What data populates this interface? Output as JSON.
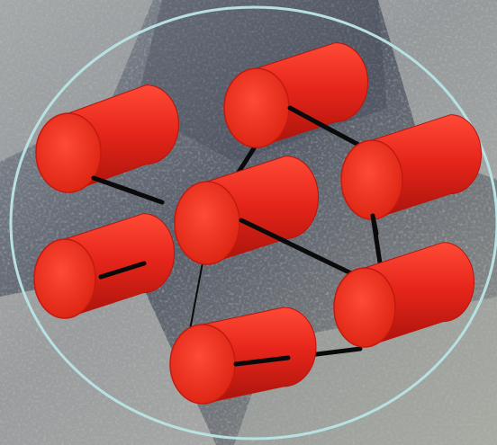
{
  "colors": {
    "cylinder_body": "#e6251a",
    "cylinder_side_dark": "#b8150c",
    "cylinder_cap": "#ff3b28",
    "cylinder_cap_edge": "#c41a10",
    "connector": "#0a0a0a",
    "enclosure": "#b8e2e2",
    "background_dark": "#5e6470",
    "background_light": "#b6b8b2"
  },
  "icons": {
    "node": "cylinder-icon",
    "enclosure": "oval-boundary"
  },
  "diagram": {
    "node_count": 7,
    "edge_count": 8
  }
}
